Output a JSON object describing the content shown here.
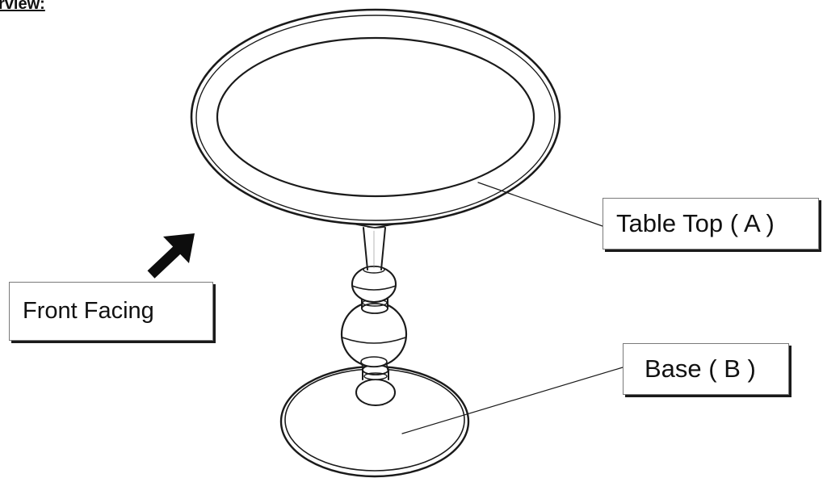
{
  "heading": "rview:",
  "labels": {
    "table_top": "Table Top ( A )",
    "base": "Base ( B )",
    "front_facing": "Front Facing"
  },
  "icons": {
    "front_arrow": "arrow-up-right-icon"
  },
  "colors": {
    "line": "#1a1a1a",
    "background": "#ffffff"
  }
}
